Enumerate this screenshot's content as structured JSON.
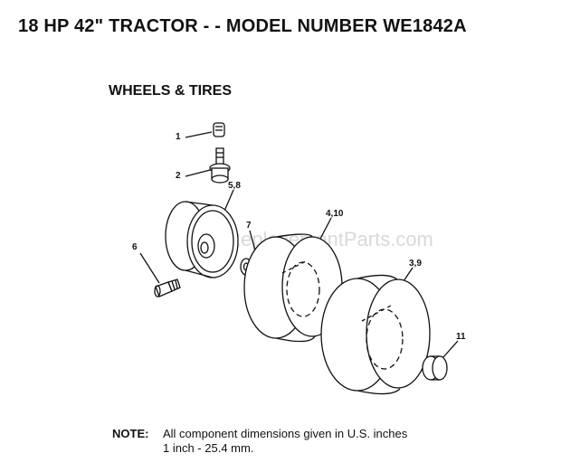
{
  "title": "18 HP 42\" TRACTOR - - MODEL NUMBER WE1842A",
  "section_title": "WHEELS & TIRES",
  "watermark": "eReplacementParts.com",
  "callouts": {
    "c1": "1",
    "c2": "2",
    "c58": "5,8",
    "c7": "7",
    "c410": "4,10",
    "c6": "6",
    "c39": "3,9",
    "c11": "11"
  },
  "note": {
    "label": "NOTE:",
    "line1": "All component dimensions given in U.S. inches",
    "line2": "1 inch - 25.4 mm."
  }
}
